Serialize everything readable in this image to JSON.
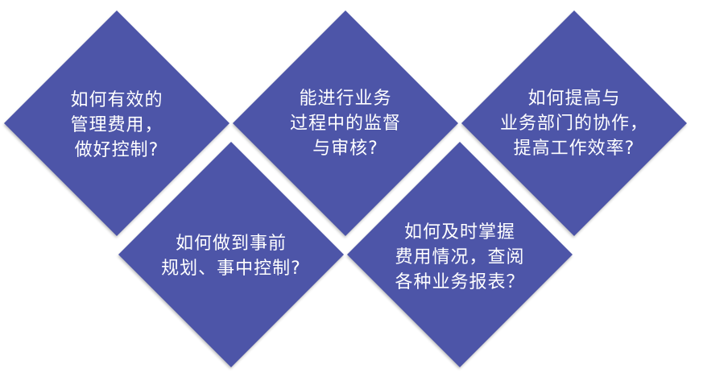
{
  "theme": {
    "diamond_color": "#4d55a8",
    "text_color": "#ffffff"
  },
  "diamonds": [
    {
      "lines": [
        "如何有效的",
        "管理费用，",
        "做好控制?"
      ]
    },
    {
      "lines": [
        "能进行业务",
        "过程中的监督",
        "与审核?"
      ]
    },
    {
      "lines": [
        "如何提高与",
        "业务部门的协作，",
        "提高工作效率?"
      ]
    },
    {
      "lines": [
        "如何做到事前",
        "规划、事中控制?"
      ]
    },
    {
      "lines": [
        "如何及时掌握",
        "费用情况，查阅",
        "各种业务报表？"
      ]
    }
  ]
}
